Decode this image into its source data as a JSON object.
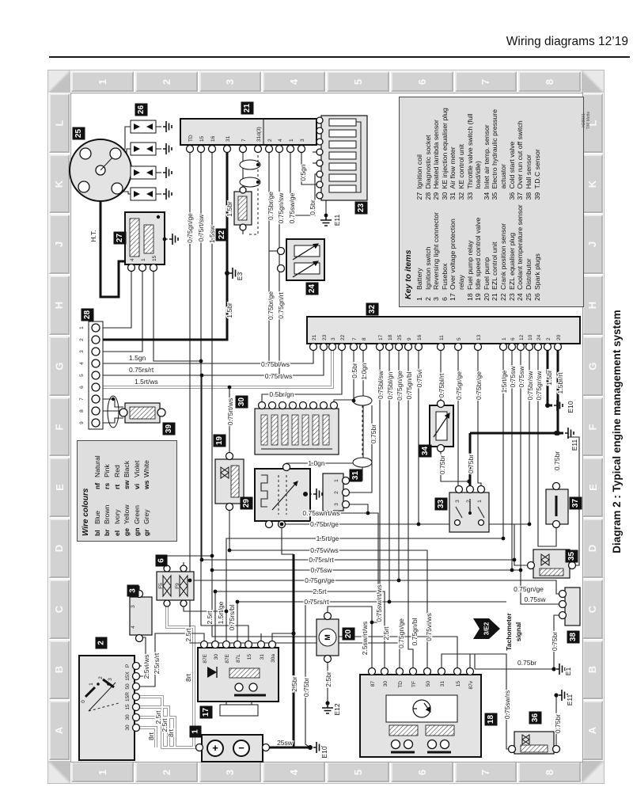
{
  "header": {
    "title": "Wiring diagrams  12’19"
  },
  "caption": "Diagram 2 : Typical engine management system",
  "watermark": {
    "l1": "H28931",
    "l2": "T/M Mette"
  },
  "colors": {
    "ink": "#111111",
    "panel": "#dedede",
    "tile": "#d2d2d2"
  },
  "border": {
    "top": [
      "1",
      "2",
      "3",
      "4",
      "5",
      "6",
      "7",
      "8"
    ],
    "bottom": [
      "1",
      "2",
      "3",
      "4",
      "5",
      "6",
      "7",
      "8"
    ],
    "left": [
      "L",
      "K",
      "J",
      "H",
      "G",
      "F",
      "E",
      "D",
      "C",
      "B",
      "A"
    ],
    "right": [
      "L",
      "K",
      "J",
      "H",
      "G",
      "F",
      "E",
      "D",
      "C",
      "B",
      "A"
    ]
  },
  "key": {
    "title": "Key to items",
    "col1": [
      {
        "n": "1",
        "t": "Battery"
      },
      {
        "n": "2",
        "t": "Ignition switch"
      },
      {
        "n": "3",
        "t": "Reversing light connector"
      },
      {
        "n": "6",
        "t": "Fusebox"
      },
      {
        "n": "17",
        "t": "Over voltage protection relay"
      },
      {
        "n": "18",
        "t": "Fuel pump relay"
      },
      {
        "n": "19",
        "t": "Idle speed control valve"
      },
      {
        "n": "20",
        "t": "Fuel pump"
      },
      {
        "n": "21",
        "t": "EZL control unit"
      },
      {
        "n": "22",
        "t": "Crank position sensor"
      },
      {
        "n": "23",
        "t": "EZL equaliser plug"
      },
      {
        "n": "24",
        "t": "Coolant temperature sensor"
      },
      {
        "n": "25",
        "t": "Distributor"
      },
      {
        "n": "26",
        "t": "Spark plugs"
      }
    ],
    "col2": [
      {
        "n": "27",
        "t": "Ignition coil"
      },
      {
        "n": "28",
        "t": "Diagnostic socket"
      },
      {
        "n": "29",
        "t": "Heated lambda sensor"
      },
      {
        "n": "30",
        "t": "KE injection equaliser plug"
      },
      {
        "n": "31",
        "t": "Air flow meter"
      },
      {
        "n": "32",
        "t": "KE control unit"
      },
      {
        "n": "33",
        "t": "Throttle valve switch (full load/idle)"
      },
      {
        "n": "34",
        "t": "Inlet air temp. sensor"
      },
      {
        "n": "35",
        "t": "Electro hydraulic pressure actuator"
      },
      {
        "n": "36",
        "t": "Cold start valve"
      },
      {
        "n": "37",
        "t": "Over run cut off switch"
      },
      {
        "n": "38",
        "t": "Hall sensor"
      },
      {
        "n": "39",
        "t": "T.D.C sensor"
      }
    ]
  },
  "colours": {
    "title": "Wire colours",
    "col1": [
      {
        "a": "bl",
        "n": "Blue"
      },
      {
        "a": "br",
        "n": "Brown"
      },
      {
        "a": "el",
        "n": "Ivory"
      },
      {
        "a": "ge",
        "n": "Yellow"
      },
      {
        "a": "gn",
        "n": "Green"
      },
      {
        "a": "gr",
        "n": "Grey"
      }
    ],
    "col2": [
      {
        "a": "nf",
        "n": "Natural"
      },
      {
        "a": "rs",
        "n": "Pink"
      },
      {
        "a": "rt",
        "n": "Red"
      },
      {
        "a": "sw",
        "n": "Black"
      },
      {
        "a": "vi",
        "n": "Violet"
      },
      {
        "a": "ws",
        "n": "White"
      }
    ]
  },
  "badges": {
    "b1": "1",
    "b2": "2",
    "b3": "3",
    "b6": "6",
    "b17": "17",
    "b18": "18",
    "b19": "19",
    "b20": "20",
    "b21": "21",
    "b22": "22",
    "b23": "23",
    "b24": "24",
    "b25": "25",
    "b26": "26",
    "b27": "27",
    "b28": "28",
    "b29": "29",
    "b30": "30",
    "b31": "31",
    "b32": "32",
    "b33": "33",
    "b34": "34",
    "b35": "35",
    "b36": "36",
    "b37": "37",
    "b38": "38",
    "b39": "39"
  },
  "grounds": {
    "e3": "E3",
    "e10r": "E10",
    "e11r": "E11",
    "e1": "E1",
    "e11b": "E11",
    "e12": "E12",
    "e10b": "E10",
    "e11t": "E11"
  },
  "misc": {
    "ht": "H.T.",
    "arrow": "3/E2",
    "tach1": "Tachometer",
    "tach2": "signal",
    "plus": "+",
    "minus": "−",
    "motor": "M"
  },
  "t": {
    "t21": [
      "TD",
      "15",
      "16",
      "31",
      "7",
      "31d(3)",
      "2",
      "4",
      "1",
      "3"
    ],
    "t27": [
      "4",
      "1",
      "15"
    ],
    "t32": [
      "21",
      "23",
      "3",
      "22",
      "7",
      "8",
      "17",
      "18",
      "25",
      "9",
      "16",
      "11",
      "5",
      "13",
      "1",
      "6",
      "12",
      "10",
      "24",
      "2",
      "20"
    ],
    "t28": [
      "1",
      "2",
      "3",
      "4",
      "5",
      "6",
      "7",
      "8",
      "9"
    ],
    "t2": [
      "P",
      "15X",
      "50",
      "15R",
      "15",
      "30",
      "30"
    ],
    "t2pos": [
      "0",
      "1",
      "2",
      "3"
    ],
    "t17": [
      "87E",
      "30",
      "87E",
      "87L",
      "15",
      "31",
      "30a"
    ],
    "t18": [
      "87",
      "30",
      "TD",
      "TF",
      "50",
      "31",
      "15",
      "87v"
    ],
    "t6": [
      "F5",
      "F9"
    ],
    "t3": [
      "3",
      "4"
    ],
    "t31": [
      "1",
      "2",
      "3"
    ],
    "t33": [
      "3",
      "2",
      "1"
    ]
  },
  "w": {
    "w01": "0.75gn/ge",
    "w02": "0.75rt/sw",
    "w03": "1.5sw",
    "w04": "1.5br",
    "w05": "1.5br",
    "w06": "0.75br/ge",
    "w07": "0.75gn/sw",
    "w08": "0.75sw/ge",
    "w09": "0.5gn",
    "w10": "0.5br",
    "w11": "0.75br/ge",
    "w12": "0.75gn/rt",
    "w13": "1.5gn",
    "w14": "0.75rs/rt",
    "w15": "1.5rt/ws",
    "w16": "0.75bl/ws",
    "w17": "0.75rt/ws",
    "w18": "0.5br/gn",
    "w19": "0.75rt/ws",
    "w20": "0.5br",
    "w21": "1.0gn",
    "w22": "0.75br",
    "w23": "1.0gn",
    "w24": "0.75bl/sw",
    "w25": "0.75bl/gn",
    "w26": "0.75gn/ge",
    "w27": "0.75gn/bl",
    "w28": "0.75vi",
    "w29": "0.75bl/rt",
    "w30": "0.75gr/ge",
    "w31": "0.75br/ge",
    "w32": "1.5rt/ge",
    "w33": "0.75sw",
    "w34": "0.75sw",
    "w35": "0.75br/sw",
    "w36": "0.75gr/sw",
    "w37": "1.5br",
    "w38": "1.5br/rt",
    "w39": "0.75br",
    "w40": "0.75br",
    "w41": "0.75br",
    "w42": "0.75sw/rt/ws",
    "w43": "0.75br/ge",
    "w44": "1.5rt/ge",
    "w45": "0.75vi/ws",
    "w46": "0.75rs/rt",
    "w47": "0.75sw",
    "w48": "0.75gn/ge",
    "w49": "2.5rt",
    "w50": "0.75rs/rt",
    "w51": "2.5sw/rt/ws",
    "w52": "0.75sw/rt/ws",
    "w53": "2.5rt",
    "w54": "0.75gn/ge",
    "w55": "0.75gn/bl",
    "w56": "0.75vi/ws",
    "w57": "0.75sw/rs",
    "w58": "0.75br",
    "w59": "0.75gn/ge",
    "w60": "0.75sw",
    "w61": "0.75br",
    "w62": "0.75br",
    "w63": "2.5vi/ws",
    "w64": "2.5rs/rt",
    "w65": "2.5rt",
    "w66": "2.5rt",
    "w67": "8rt",
    "w68": "8rt",
    "w69": "2.5rt",
    "w70": "8rt",
    "w71": "2.5rt",
    "w72": "1.5rt/ge",
    "w73": "0.75rs/bl",
    "w74": "2.5br",
    "w75": "0.75br",
    "w76": "2.5br",
    "w77": "25sw"
  }
}
